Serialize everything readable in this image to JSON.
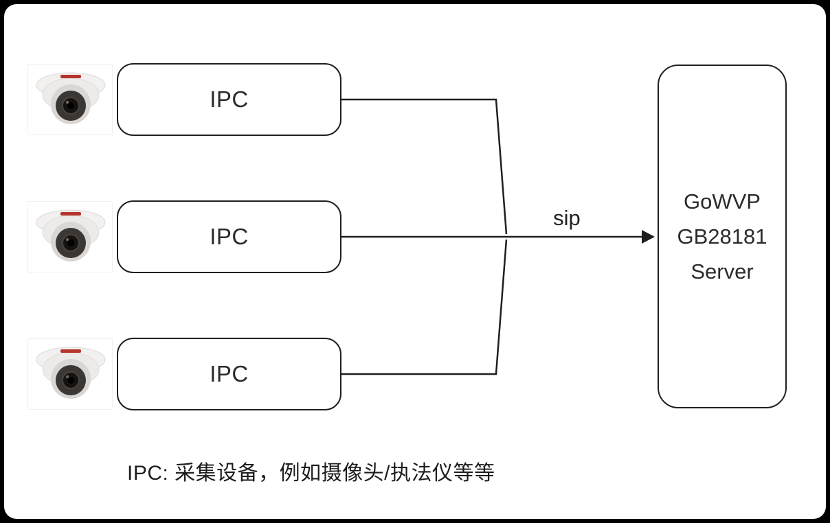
{
  "page": {
    "background_color": "#ffffff",
    "frame_color": "#000000",
    "stroke_color": "#1f1f1f"
  },
  "diagram": {
    "ipc_nodes": [
      {
        "label": "IPC"
      },
      {
        "label": "IPC"
      },
      {
        "label": "IPC"
      }
    ],
    "server": {
      "lines": [
        "GoWVP",
        "GB28181",
        "Server"
      ]
    },
    "edge_label": "sip",
    "caption": "IPC: 采集设备，例如摄像头/执法仪等等"
  },
  "icons": {
    "camera": "dome-camera-image",
    "camera_logo_color": "#b5342c"
  }
}
